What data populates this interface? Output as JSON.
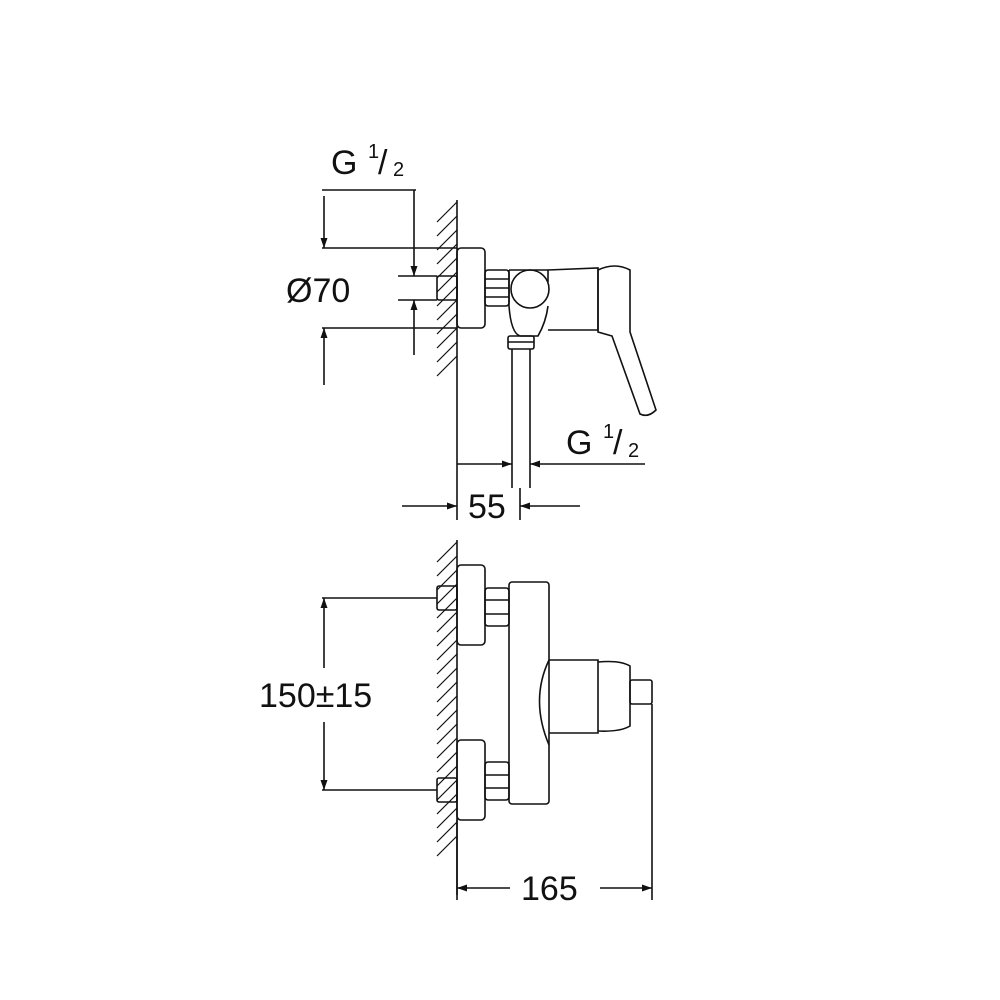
{
  "drawing": {
    "line_color": "#111111",
    "background": "#ffffff"
  },
  "labels": {
    "top_thread": {
      "g": "G",
      "num": "1",
      "slash": "/",
      "den": "2"
    },
    "side_thread": {
      "g": "G",
      "num": "1",
      "slash": "/",
      "den": "2"
    },
    "diameter": "Ø70",
    "projection_depth": "55",
    "centre_distance": "150±15",
    "overall_depth": "165"
  }
}
